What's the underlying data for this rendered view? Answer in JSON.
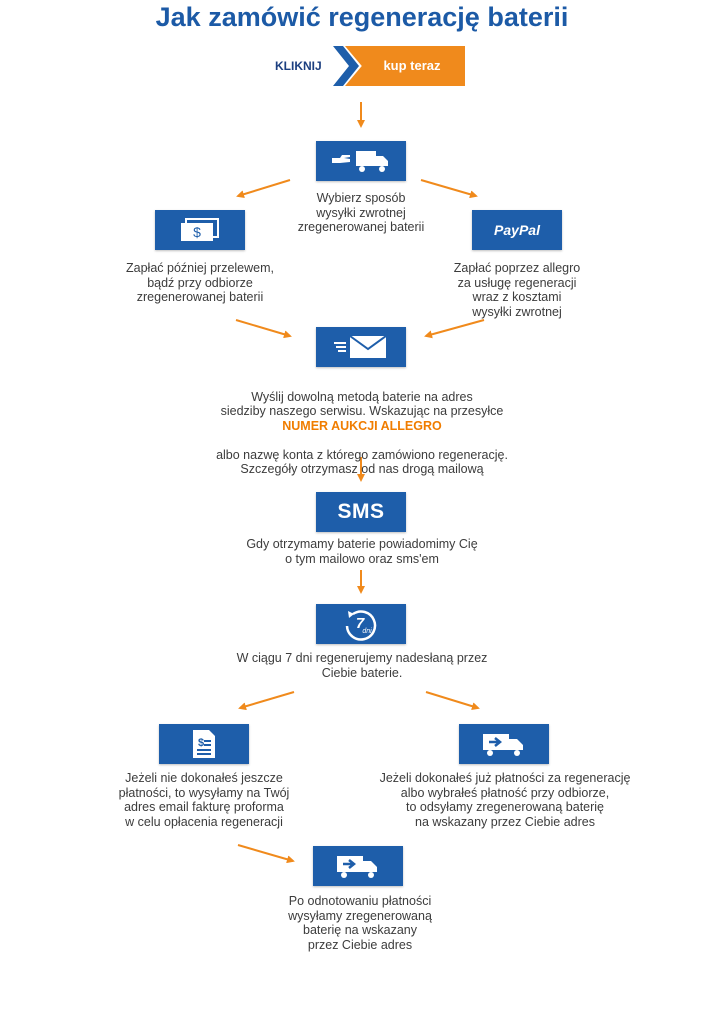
{
  "title": "Jak zamówić regenerację baterii",
  "banner": {
    "click_label": "KLIKNIJ",
    "buy_label": "kup teraz"
  },
  "steps": {
    "shipping_choice": "Wybierz sposób\nwysyłki zwrotnej\nzregenerowanej baterii",
    "pay_later": "Zapłać później przelewem,\nbądź przy odbiorze\nzregenerowanej baterii",
    "pay_allegro": "Zapłać poprzez allegro\nza usługę regeneracji\nwraz z kosztami\nwysyłki zwrotnej",
    "send_battery_1": "Wyślij dowolną metodą baterie na adres\nsiedziby naszego serwisu. Wskazując na przesyłce",
    "send_battery_highlight": "NUMER AUKCJI ALLEGRO",
    "send_battery_2": "albo nazwę konta z którego zamówiono regenerację.\nSzczegóły otrzymasz od nas drogą mailową",
    "sms_notify": "Gdy otrzymamy baterie powiadomimy Cię\no tym mailowo oraz sms'em",
    "regenerate": "W ciągu 7 dni regenerujemy nadesłaną przez\nCiebie baterie.",
    "not_paid": "Jeżeli nie dokonałeś jeszcze\npłatności, to wysyłamy na Twój\nadres email fakturę proforma\nw celu opłacenia regeneracji",
    "paid": "Jeżeli dokonałeś już płatności za regenerację\nalbo wybrałeś płatność przy odbiorze,\nto odsyłamy zregenerowaną baterię\nna wskazany przez Ciebie adres",
    "final_ship": "Po odnotowaniu płatności\nwysyłamy zregenerowaną\nbaterię na wskazany\nprzez Ciebie adres"
  },
  "icons": {
    "sms_label": "SMS",
    "paypal_label": "PayPal",
    "seven_label": "7",
    "days_label": "dni",
    "dollar_label": "$"
  },
  "colors": {
    "brand_blue": "#1e5eaa",
    "accent_orange": "#f08a1c",
    "title_blue": "#1c5aa6"
  }
}
